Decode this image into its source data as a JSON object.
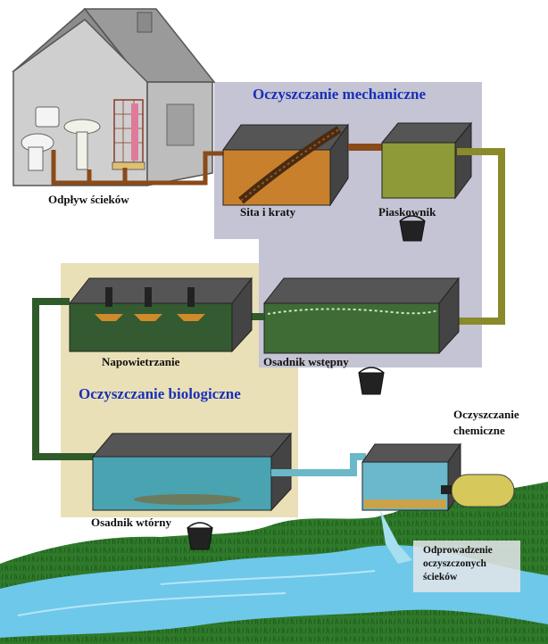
{
  "sections": {
    "mechanical": "Oczyszczanie mechaniczne",
    "biological": "Oczyszczanie biologiczne",
    "chemical": "Oczyszczanie chemiczne"
  },
  "labels": {
    "outflow": "Odpływ ścieków",
    "screens": "Sita i kraty",
    "sand_trap": "Piaskownik",
    "aeration": "Napowietrzanie",
    "primary_settler": "Osadnik wstępny",
    "secondary_settler": "Osadnik wtórny",
    "discharge": "Odprowadzenie oczyszczonych ścieków"
  },
  "colors": {
    "mechanical_bg": "#c4c4d4",
    "biological_bg": "#e9e0b8",
    "section_title": "#1a2fb8",
    "sewage_pipe": "#8a4a1a",
    "green_pipe": "#3e6b30",
    "clean_pipe": "#6ab8c8",
    "grass": "#2f7a2a",
    "river": "#6ec8ea"
  }
}
